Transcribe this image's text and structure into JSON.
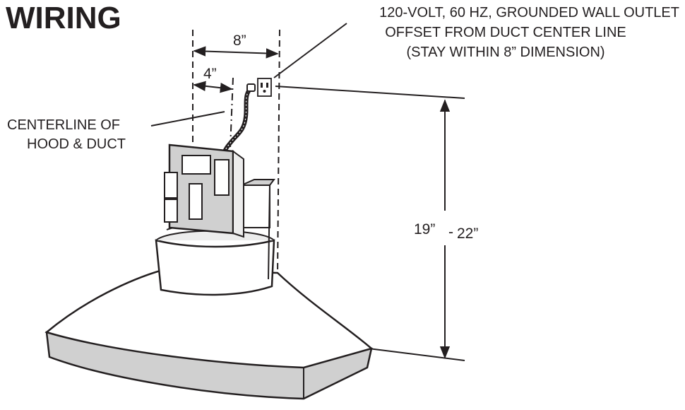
{
  "title": "WIRING",
  "outlet_note": {
    "line1": "120-VOLT, 60 HZ, GROUNDED WALL OUTLET",
    "line2": "OFFSET FROM DUCT CENTER LINE",
    "line3": "(STAY WITHIN 8” DIMENSION)"
  },
  "centerline_note": {
    "line1": "CENTERLINE OF",
    "line2": "HOOD & DUCT"
  },
  "dimensions": {
    "width_total": "8”",
    "width_half": "4”",
    "height_min": "19”",
    "height_sep": "-",
    "height_max": "22”"
  },
  "colors": {
    "ink": "#231f20",
    "shade": "#d0d0d0",
    "light": "#ececec",
    "paper": "#ffffff"
  }
}
